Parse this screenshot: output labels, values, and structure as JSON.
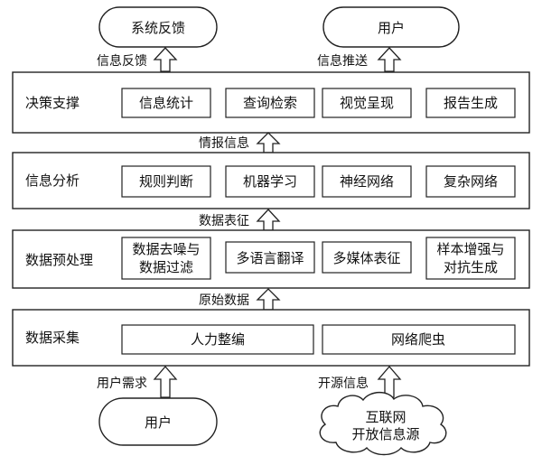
{
  "top": {
    "feedback_node": "系统反馈",
    "user_node": "用户",
    "feedback_arrow_label": "信息反馈",
    "push_arrow_label": "信息推送"
  },
  "layers": {
    "decision": {
      "title": "决策支撑",
      "items": [
        "信息统计",
        "查询检索",
        "视觉呈现",
        "报告生成"
      ]
    },
    "analysis": {
      "title": "信息分析",
      "items": [
        "规则判断",
        "机器学习",
        "神经网络",
        "复杂网络"
      ]
    },
    "preprocess": {
      "title": "数据预处理",
      "items": [
        [
          "数据去噪与",
          "数据过滤"
        ],
        [
          "多语言翻译"
        ],
        [
          "多媒体表征"
        ],
        [
          "样本增强与",
          "对抗生成"
        ]
      ]
    },
    "collection": {
      "title": "数据采集",
      "items": [
        "人力整编",
        "网络爬虫"
      ]
    }
  },
  "between_labels": {
    "intel": "情报信息",
    "features": "数据表征",
    "raw": "原始数据"
  },
  "bottom": {
    "user_need_label": "用户需求",
    "user_node": "用户",
    "opensource_label": "开源信息",
    "internet_node": [
      "互联网",
      "开放信息源"
    ]
  }
}
